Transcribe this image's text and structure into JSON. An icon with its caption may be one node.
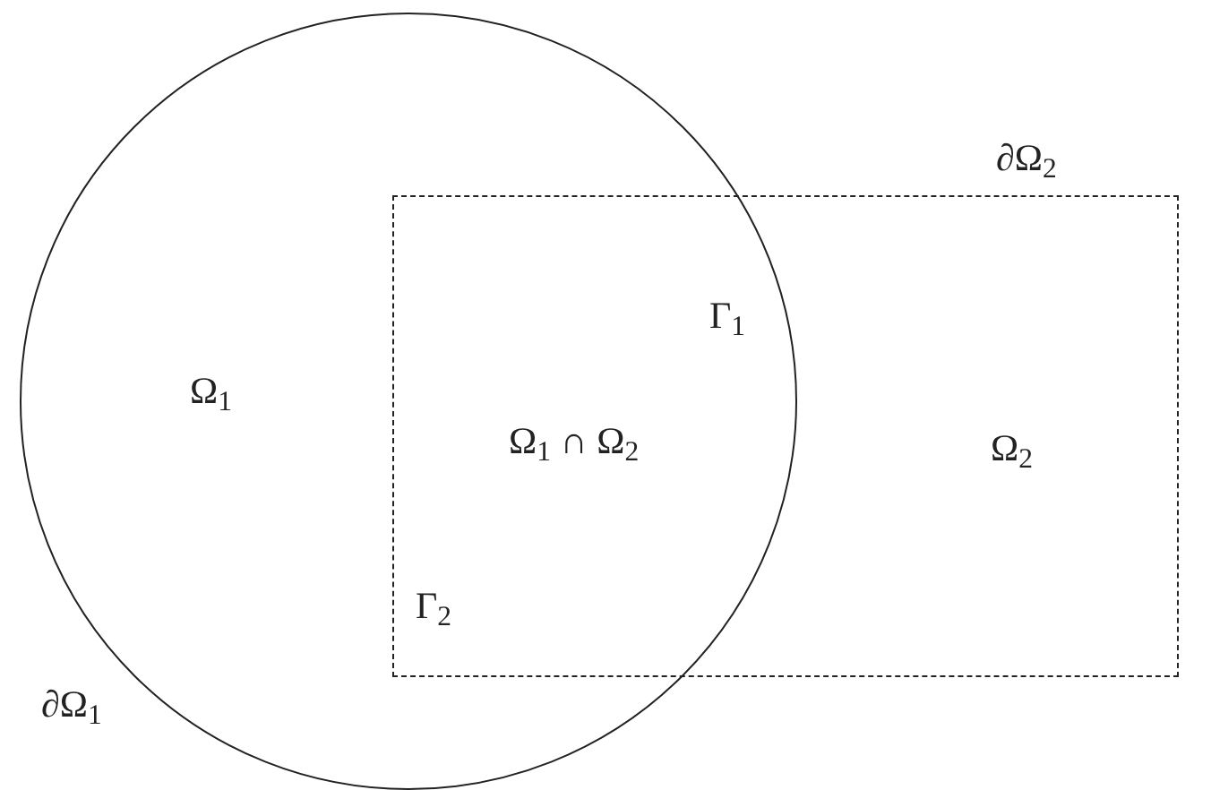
{
  "diagram": {
    "nodes": [
      {
        "text": [
          "Ω$_{1}$"
        ]
      },
      {
        "text": [
          "Ω$_{2}$"
        ],
        "beside": [
          "∂Ω$_{2}$"
        ]
      }
    ],
    "labels": [
      "Γ$_{1}$",
      "Ω$_{1}$ ∩ Ω$_{2}$",
      "Γ$_{2}$",
      "∂Ω$_{1}$"
    ]
  }
}
